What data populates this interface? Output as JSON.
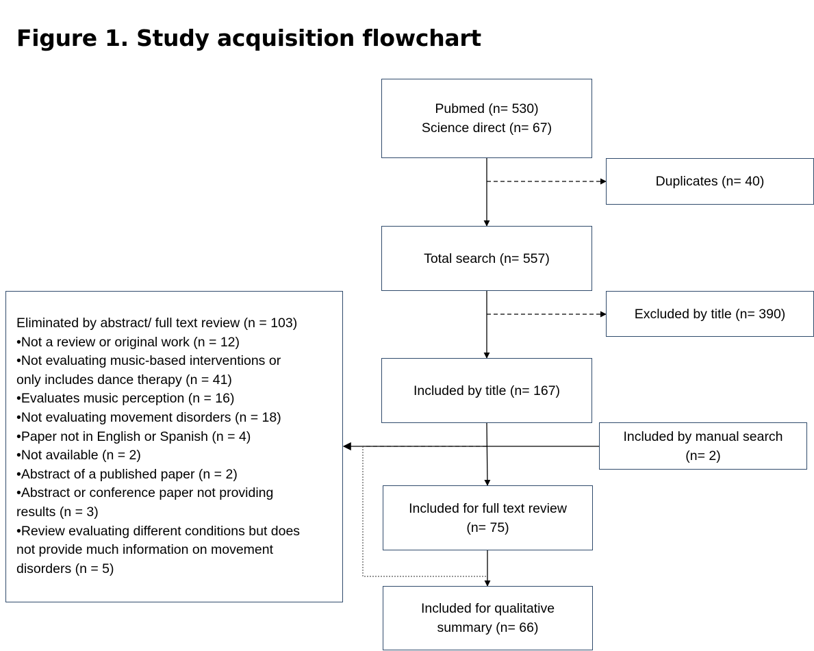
{
  "title": "Figure 1. Study acquisition flowchart",
  "nodes": {
    "sources": {
      "lines": [
        "Pubmed (n= 530)",
        "Science direct (n= 67)"
      ]
    },
    "duplicates": {
      "lines": [
        "Duplicates (n= 40)"
      ]
    },
    "total_search": {
      "lines": [
        "Total search (n= 557)"
      ]
    },
    "excluded_title": {
      "lines": [
        "Excluded by title (n= 390)"
      ]
    },
    "included_title": {
      "lines": [
        "Included by title (n= 167)"
      ]
    },
    "manual_search": {
      "lines": [
        "Included by manual search",
        "(n= 2)"
      ]
    },
    "full_text": {
      "lines": [
        "Included for full text review",
        "(n= 75)"
      ]
    },
    "qualitative": {
      "lines": [
        "Included for qualitative",
        "summary (n= 66)"
      ]
    },
    "eliminated": {
      "lines": [
        "Eliminated by abstract/ full text review (n = 103)",
        "•Not a review or original work (n = 12)",
        "•Not evaluating music-based interventions or",
        "only includes dance therapy (n = 41)",
        "•Evaluates music perception (n = 16)",
        "•Not evaluating movement disorders (n = 18)",
        "•Paper not in English or Spanish (n = 4)",
        "•Not available (n = 2)",
        "•Abstract of a published paper (n = 2)",
        "•Abstract or conference paper not providing",
        "results (n = 3)",
        "•Review evaluating different conditions but does",
        "not provide much information on movement",
        "disorders (n = 5)"
      ]
    }
  },
  "colors": {
    "box_border": "#2f4a6b",
    "line": "#000000"
  }
}
